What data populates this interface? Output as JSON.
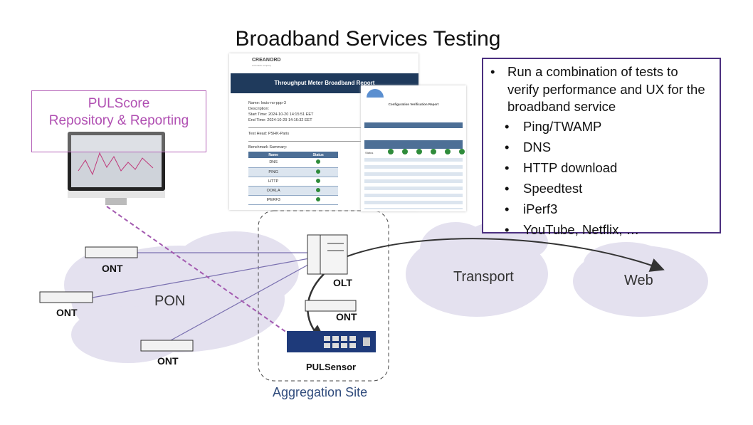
{
  "title": "Broadband Services Testing",
  "pulscore": {
    "line1": "PULScore",
    "line2": "Repository & Reporting"
  },
  "report1": {
    "logo": "CREANORD",
    "logo_sub": "a Pinnacle company",
    "title": "Throughput Meter Broadband Report",
    "name": "Name: louis-no-ppp-3",
    "description": "Description:",
    "start": "Start Time: 2024-10-20 14:15:51 EET",
    "end": "End Time: 2024-10-29 14:16:32 EET",
    "test_head": "Test Head: PSHK-Paris",
    "summary": "Benchmark Summary:",
    "columns": [
      "Name",
      "Status"
    ],
    "rows": [
      "DNS",
      "PING",
      "HTTP",
      "OOKLA",
      "IPERF3"
    ]
  },
  "report2": {
    "title": "Configuration Verification Report",
    "status_label": "Status"
  },
  "bullets": {
    "main": "Run a combination of tests to verify performance and UX for the broadband service",
    "items": [
      "Ping/TWAMP",
      "DNS",
      "HTTP download",
      "Speedtest",
      "iPerf3",
      "YouTube, Netflix, …"
    ]
  },
  "labels": {
    "ont": "ONT",
    "olt": "OLT",
    "pon": "PON",
    "transport": "Transport",
    "web": "Web",
    "pulsensor": "PULSensor",
    "aggregation": "Aggregation Site"
  },
  "colors": {
    "cloud": "#e4e1ef",
    "pulscore": "#b04fb2",
    "box_border": "#4b2f7f",
    "line": "#7a70b0",
    "agg_label": "#2f4b7c"
  }
}
